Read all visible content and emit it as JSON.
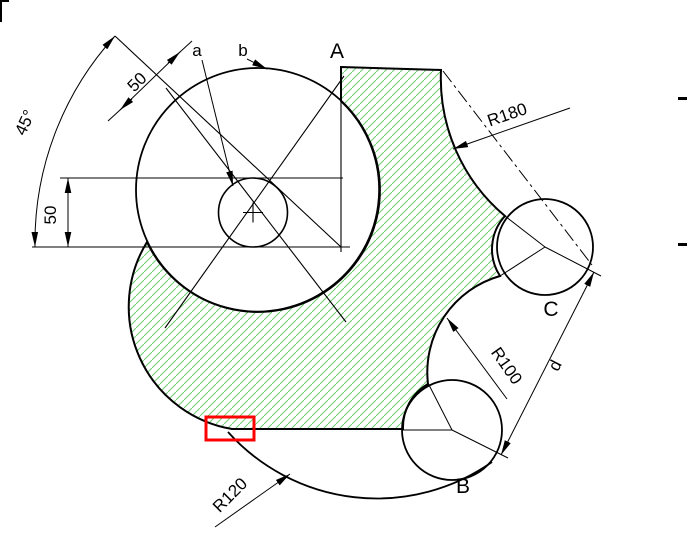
{
  "labels": {
    "point_a": "A",
    "point_b": "B",
    "point_c": "C",
    "callout_a": "a",
    "callout_b": "b",
    "angle": "45°",
    "width_50": "50",
    "height_50": "50",
    "r180": "R180",
    "r100": "R100",
    "r120": "R120",
    "distance_d": "d"
  },
  "colors": {
    "hatch": "#6fce6f",
    "highlight": "#ff0000",
    "line": "#000000",
    "background": "#ffffff"
  }
}
